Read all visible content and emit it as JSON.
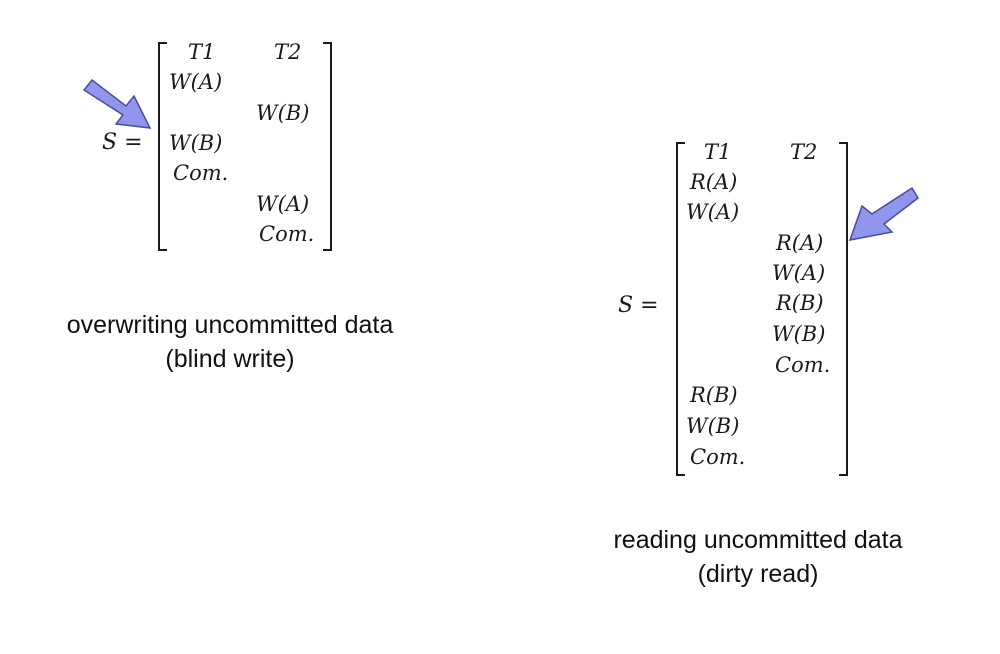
{
  "left_schedule": {
    "label": "S =",
    "header": {
      "t1": "T1",
      "t2": "T2"
    },
    "t1_ops": [
      "W(A)",
      "W(B)",
      "Com."
    ],
    "t2_ops": [
      "W(B)",
      "W(A)",
      "Com."
    ],
    "caption": {
      "line1": "overwriting uncommitted data",
      "line2": "(blind write)"
    }
  },
  "right_schedule": {
    "label": "S =",
    "header": {
      "t1": "T1",
      "t2": "T2"
    },
    "t1_ops": [
      "R(A)",
      "W(A)",
      "R(B)",
      "W(B)",
      "Com."
    ],
    "t2_ops": [
      "R(A)",
      "W(A)",
      "R(B)",
      "W(B)",
      "Com."
    ],
    "caption": {
      "line1": "reading uncommitted data",
      "line2": "(dirty read)"
    }
  },
  "colors": {
    "arrow_fill": "#8f96ec",
    "arrow_stroke": "#4a4aa0",
    "text": "#1a1a1a"
  },
  "icons": {
    "left_pointer": "arrow-icon",
    "right_pointer": "arrow-icon"
  }
}
